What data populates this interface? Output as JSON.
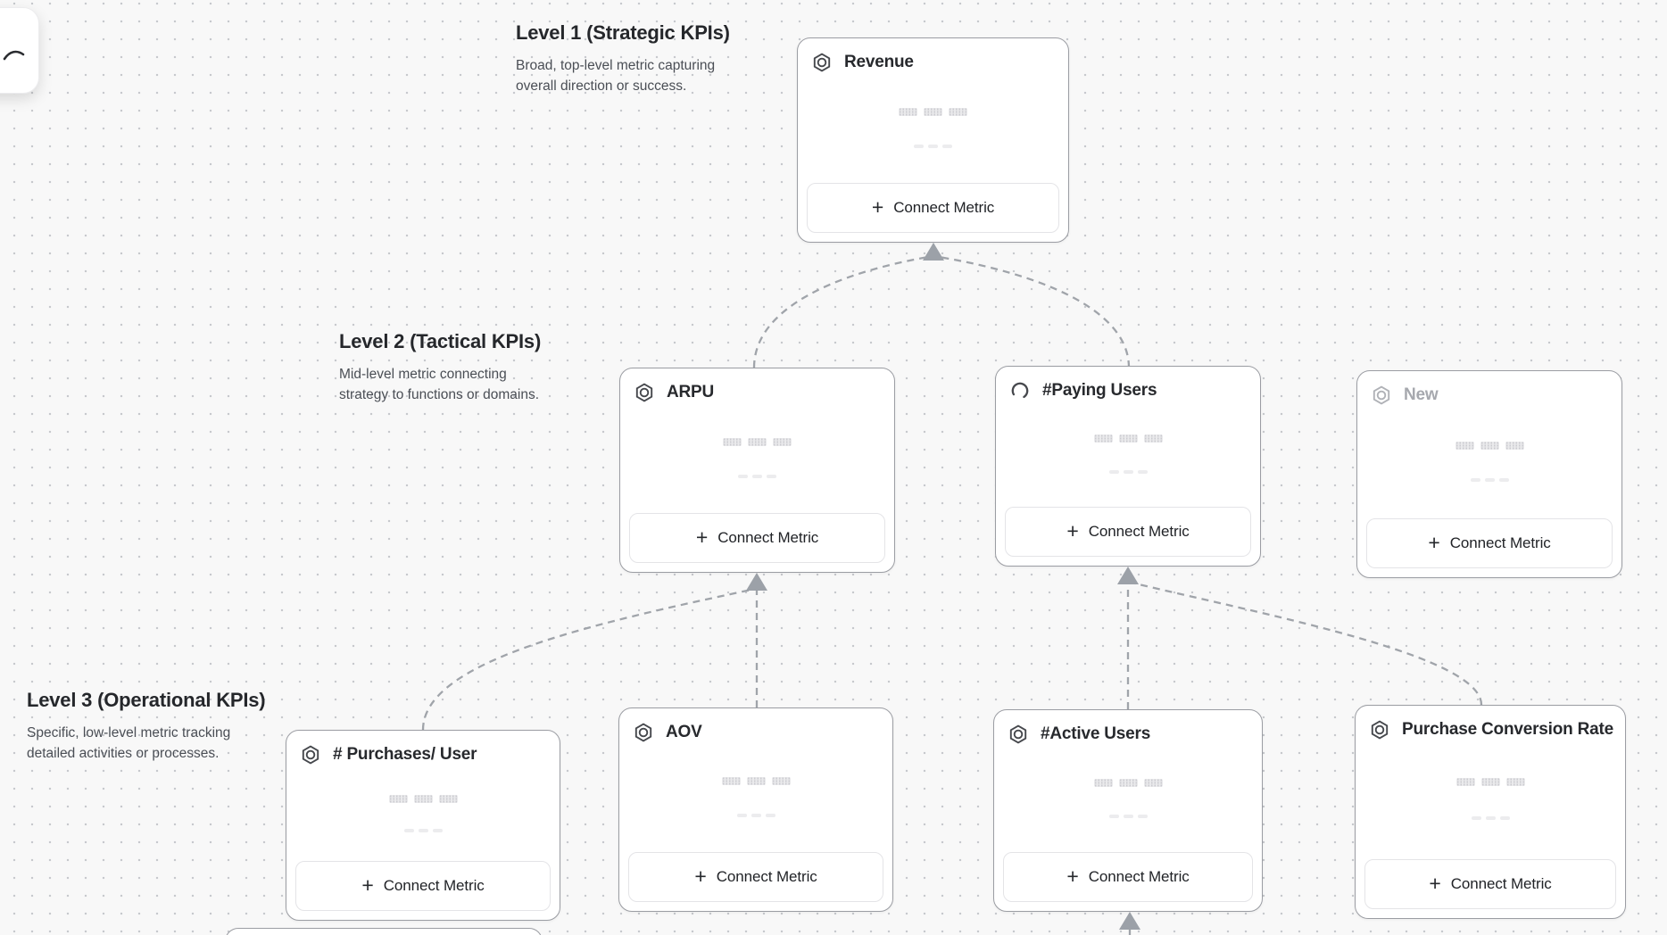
{
  "ui": {
    "connect_metric_label": "Connect Metric",
    "plus_glyph": "+"
  },
  "levels": [
    {
      "title": "Level 1 (Strategic KPIs)",
      "description": "Broad, top-level metric capturing\noverall direction or success."
    },
    {
      "title": "Level 2 (Tactical KPIs)",
      "description": "Mid-level metric connecting\nstrategy to functions or domains."
    },
    {
      "title": "Level 3 (Operational KPIs)",
      "description": "Specific, low-level metric tracking\ndetailed activities or processes."
    }
  ],
  "cards": [
    {
      "id": "revenue",
      "level": 1,
      "title": "Revenue",
      "icon": "hexagon-metric-icon",
      "state": "default"
    },
    {
      "id": "arpu",
      "level": 2,
      "title": "ARPU",
      "icon": "hexagon-metric-icon",
      "state": "default"
    },
    {
      "id": "paying-users",
      "level": 2,
      "title": "#Paying Users",
      "icon": "loading-spinner-icon",
      "state": "default"
    },
    {
      "id": "new",
      "level": 2,
      "title": "New",
      "icon": "hexagon-metric-icon",
      "state": "draft"
    },
    {
      "id": "purchases-per-user",
      "level": 3,
      "title": "# Purchases/ User",
      "icon": "hexagon-metric-icon",
      "state": "default"
    },
    {
      "id": "aov",
      "level": 3,
      "title": "AOV",
      "icon": "hexagon-metric-icon",
      "state": "default"
    },
    {
      "id": "active-users",
      "level": 3,
      "title": "#Active Users",
      "icon": "hexagon-metric-icon",
      "state": "default"
    },
    {
      "id": "purchase-conversion-rate",
      "level": 3,
      "title": "Purchase Conversion Rate",
      "icon": "hexagon-metric-icon",
      "state": "default"
    }
  ],
  "connections": [
    {
      "from": "arpu",
      "to": "revenue"
    },
    {
      "from": "paying-users",
      "to": "revenue"
    },
    {
      "from": "purchases-per-user",
      "to": "arpu"
    },
    {
      "from": "aov",
      "to": "arpu"
    },
    {
      "from": "active-users",
      "to": "paying-users"
    },
    {
      "from": "purchase-conversion-rate",
      "to": "paying-users"
    },
    {
      "from": "offscreen-bottom",
      "to": "active-users"
    }
  ],
  "colors": {
    "canvas_background": "#f8f8f8",
    "grid_dot": "#c7c9cd",
    "card_border": "#9b9da3",
    "connector": "#a0a4aa",
    "arrowhead": "#9ca1a8",
    "title_text": "#27292d",
    "draft_text": "#a6a8ae"
  }
}
